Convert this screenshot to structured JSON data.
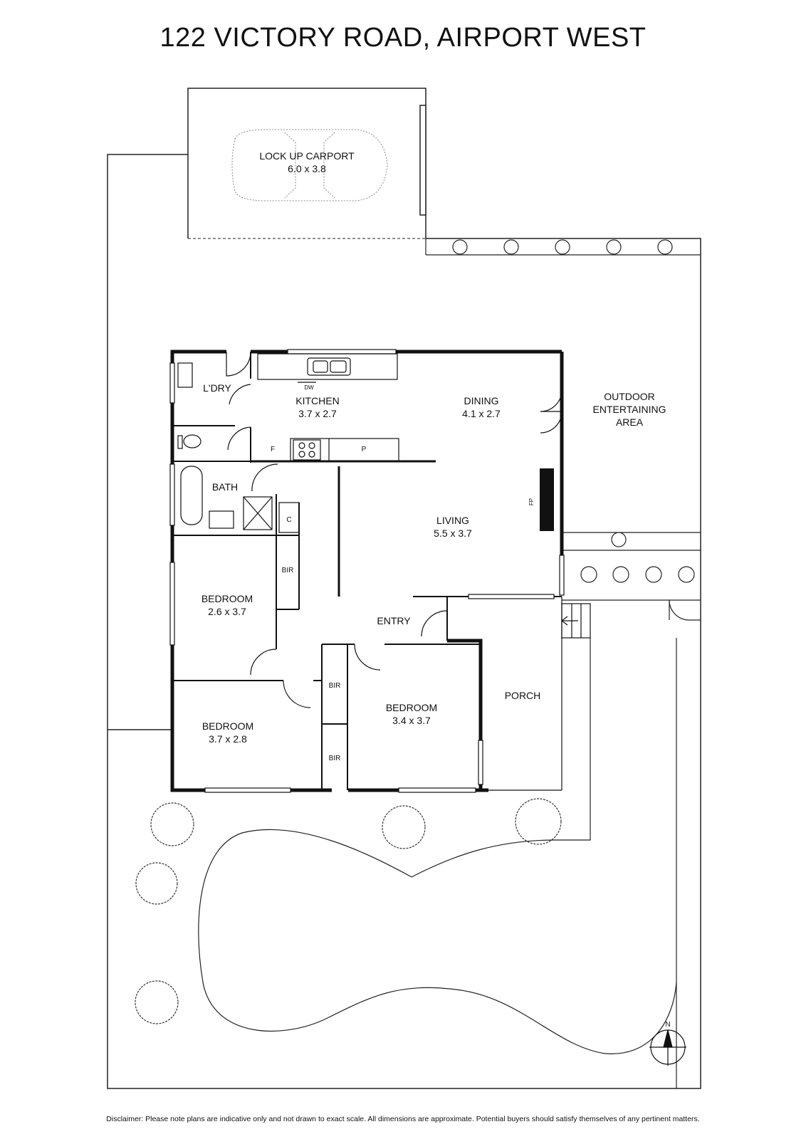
{
  "title": "122 VICTORY ROAD, AIRPORT WEST",
  "disclaimer": "Disclaimer: Please note plans are indicative only and not drawn to exact scale. All dimensions are approximate. Potential buyers should satisfy themselves of any pertinent matters.",
  "rooms": {
    "carport": {
      "name": "LOCK UP CARPORT",
      "size": "6.0 x 3.8"
    },
    "laundry": {
      "name": "L'DRY"
    },
    "kitchen": {
      "name": "KITCHEN",
      "size": "3.7 x 2.7"
    },
    "dining": {
      "name": "DINING",
      "size": "4.1 x 2.7"
    },
    "outdoor": {
      "line1": "OUTDOOR",
      "line2": "ENTERTAINING",
      "line3": "AREA"
    },
    "bath": {
      "name": "BATH"
    },
    "living": {
      "name": "LIVING",
      "size": "5.5 x 3.7"
    },
    "bedroom1": {
      "name": "BEDROOM",
      "size": "2.6 x 3.7"
    },
    "entry": {
      "name": "ENTRY"
    },
    "porch": {
      "name": "PORCH"
    },
    "bedroom2": {
      "name": "BEDROOM",
      "size": "3.4 x 3.7"
    },
    "bedroom3": {
      "name": "BEDROOM",
      "size": "3.7 x 2.8"
    }
  },
  "fixtures": {
    "dw": "DW",
    "fridge": "F",
    "pantry": "P",
    "cupboard": "C",
    "fireplace": "FP",
    "bir": "BIR"
  },
  "compass": {
    "north": "N"
  }
}
